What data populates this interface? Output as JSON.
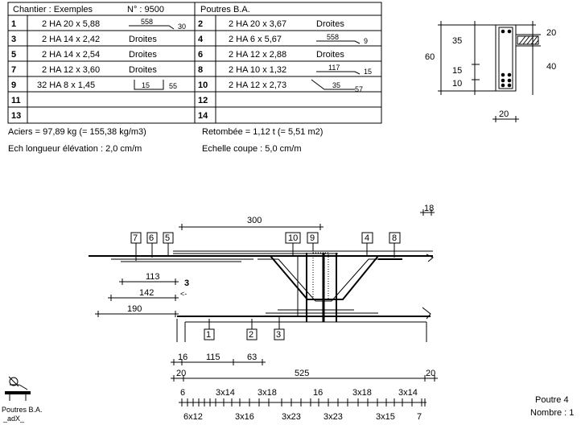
{
  "table": {
    "header_left": "Chantier : Exemples",
    "header_no": "N° : 9500",
    "header_right": "Poutres B.A.",
    "rows": [
      {
        "n1": "1",
        "d1": "2 HA 20  x 5,88",
        "s1": "558",
        "e1": "30",
        "n2": "2",
        "d2": "2 HA 20  x 3,67",
        "s2": "Droites"
      },
      {
        "n1": "3",
        "d1": "2 HA 14  x 2,42",
        "s1": "Droites",
        "n2": "4",
        "d2": "2 HA   6  x 5,67",
        "s2": "558",
        "e2": "9"
      },
      {
        "n1": "5",
        "d1": "2 HA 14  x 2,54",
        "s1": "Droites",
        "n2": "6",
        "d2": "2 HA 12  x 2,88",
        "s2": "Droites"
      },
      {
        "n1": "7",
        "d1": "2 HA 12  x 3,60",
        "s1": "Droites",
        "n2": "8",
        "d2": "2 HA 10  x 1,32",
        "s2": "117",
        "e2": "15"
      },
      {
        "n1": "9",
        "d1": "32 HA   8  x 1,45",
        "s1": "15",
        "e1": "55",
        "n2": "10",
        "d2": "2 HA 12  x 2,73",
        "s2": "35",
        "e2": "57"
      },
      {
        "n1": "11",
        "n2": "12"
      },
      {
        "n1": "13",
        "n2": "14"
      }
    ]
  },
  "summary": {
    "aciers": "Aciers = 97,89 kg (= 155,38 kg/m3)",
    "retombee": "Retombée = 1,12 t (= 5,51 m2)",
    "ech_long": "Ech longueur élévation : 2,0 cm/m",
    "ech_coupe": "Echelle coupe :  5,0 cm/m"
  },
  "section": {
    "h_total": "60",
    "h_top": "35",
    "h_mid": "15",
    "h_bot": "10",
    "slab_top": "20",
    "slab_bot": "40",
    "width": "20"
  },
  "elevation": {
    "dim_300": "300",
    "dim_18": "18",
    "dim_113": "113",
    "dim_142": "142",
    "dim_190": "190",
    "marker_3": "3",
    "arrow": "<-",
    "tags_top": [
      "7",
      "6",
      "5",
      "10",
      "9",
      "4",
      "8"
    ],
    "tags_bottom": [
      "1",
      "2",
      "3"
    ],
    "dim_row1": [
      "16",
      "115",
      "63"
    ],
    "dim_row2": [
      "20",
      "525",
      "20"
    ],
    "spacing_top": [
      "6",
      "3x14",
      "3x18",
      "16",
      "3x18",
      "3x14"
    ],
    "spacing_bottom": [
      "6x12",
      "3x16",
      "3x23",
      "3x23",
      "3x15",
      "7"
    ]
  },
  "footer": {
    "logo_line1": "Poutres B.A.",
    "logo_line2": "_adX_",
    "poutre": "Poutre 4",
    "nombre": "Nombre : 1"
  }
}
